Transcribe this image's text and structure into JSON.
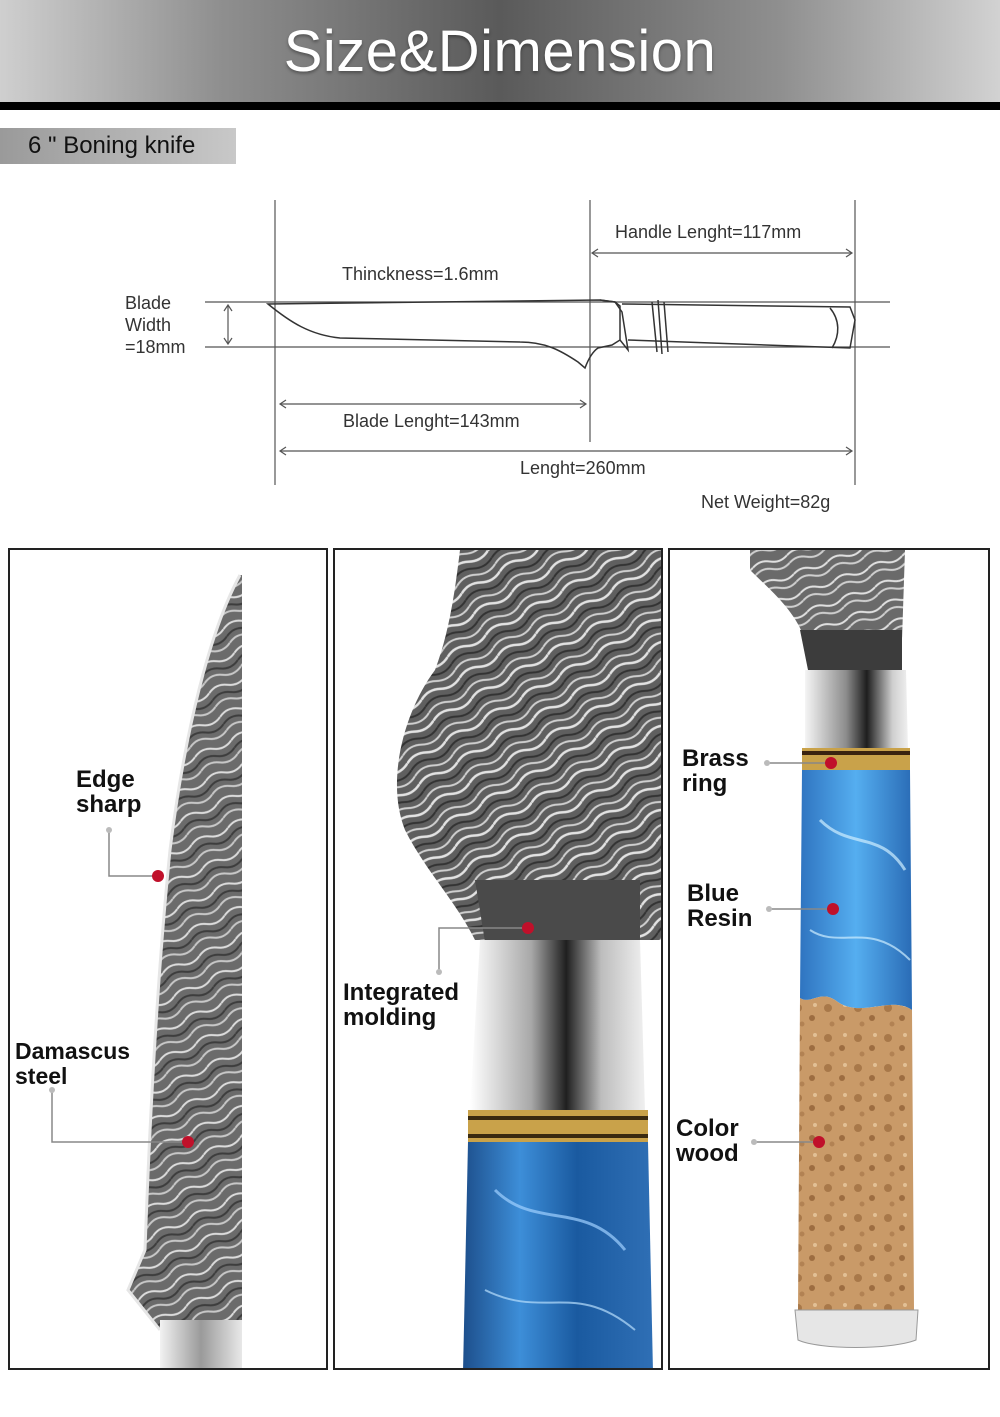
{
  "banner": {
    "title": "Size&Dimension"
  },
  "product": {
    "subtitle": "6 \" Boning knife"
  },
  "dimensions": {
    "thickness": "Thinckness=1.6mm",
    "handle_length": "Handle Lenght=117mm",
    "blade_width_line1": "Blade",
    "blade_width_line2": "Width",
    "blade_width_line3": "=18mm",
    "blade_length": "Blade Lenght=143mm",
    "total_length": "Lenght=260mm",
    "net_weight": "Net Weight=82g"
  },
  "features": {
    "edge_line1": "Edge",
    "edge_line2": "sharp",
    "damascus_line1": "Damascus",
    "damascus_line2": "steel",
    "molding_line1": "Integrated",
    "molding_line2": "molding",
    "brass_line1": "Brass",
    "brass_line2": "ring",
    "resin_line1": "Blue",
    "resin_line2": "Resin",
    "wood_line1": "Color",
    "wood_line2": "wood"
  },
  "colors": {
    "marker": "#c0102a",
    "resin": "#2a78c8",
    "wood": "#c99a68",
    "brass": "#c9a24a"
  }
}
